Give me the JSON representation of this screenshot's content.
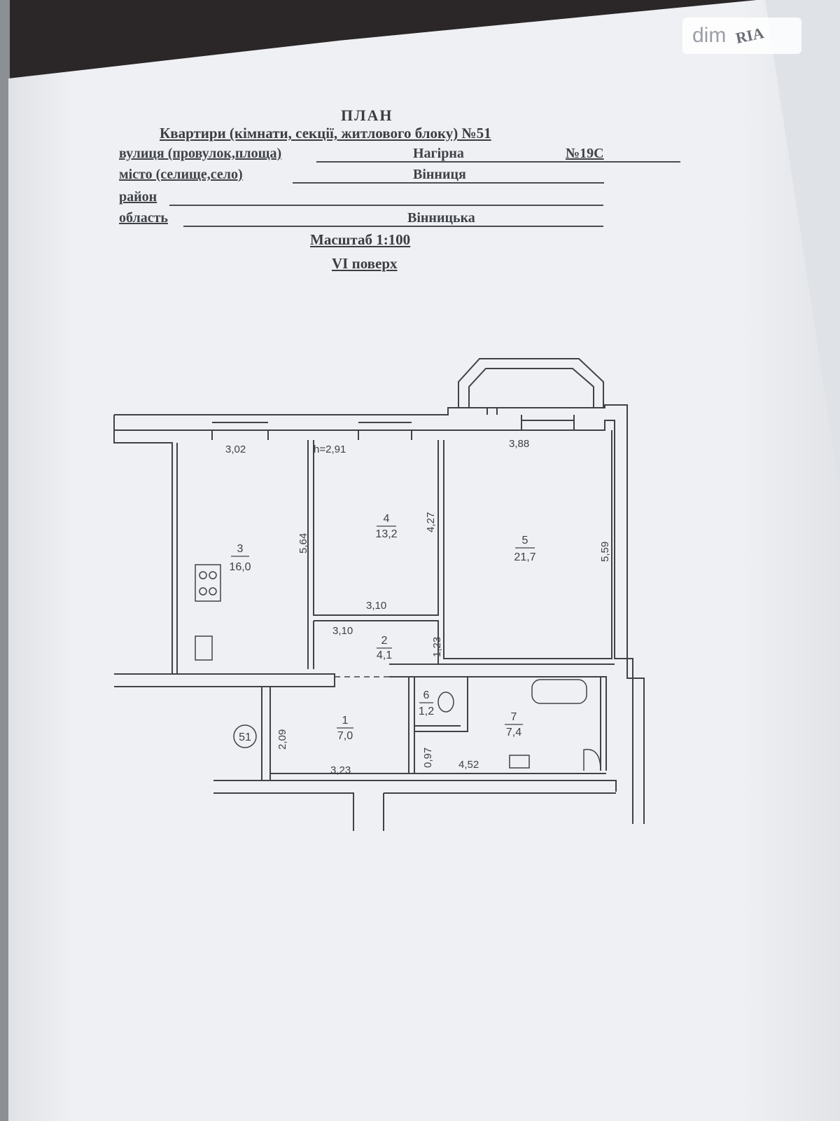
{
  "watermark": {
    "text": "dim",
    "logo": "RIA"
  },
  "header": {
    "title": "ПЛАН",
    "subtitle": "Квартири (кімнати, секції, житлового блоку) №51",
    "rows": [
      {
        "label": "вулиця  (провулок,площа)",
        "value": "Нагірна",
        "suffix": "№19С"
      },
      {
        "label": "місто    (селище,село)",
        "value": "Вінниця",
        "suffix": ""
      },
      {
        "label": "район",
        "value": "",
        "suffix": ""
      },
      {
        "label": "область",
        "value": "Вінницька",
        "suffix": ""
      }
    ],
    "scale": "Масштаб 1:100",
    "floor": "VI поверх"
  },
  "plan": {
    "apartment_marker": "51",
    "ceiling_height": "h=2,91",
    "rooms": [
      {
        "number": "1",
        "area": "7,0"
      },
      {
        "number": "2",
        "area": "4,1"
      },
      {
        "number": "3",
        "area": "16,0"
      },
      {
        "number": "4",
        "area": "13,2"
      },
      {
        "number": "5",
        "area": "21,7"
      },
      {
        "number": "6",
        "area": "1,2"
      },
      {
        "number": "7",
        "area": "7,4"
      }
    ],
    "dimensions": {
      "room3_width": "3,02",
      "room3_depth": "5,64",
      "room4_depth": "4,27",
      "room4_width_bottom": "3,10",
      "room2_width": "3,10",
      "room2_depth": "1,23",
      "room5_width": "3,88",
      "room5_depth": "5,59",
      "room1_depth": "2,09",
      "room1_width": "3,23",
      "room6_depth": "0,97",
      "room7_width": "4,52"
    }
  }
}
